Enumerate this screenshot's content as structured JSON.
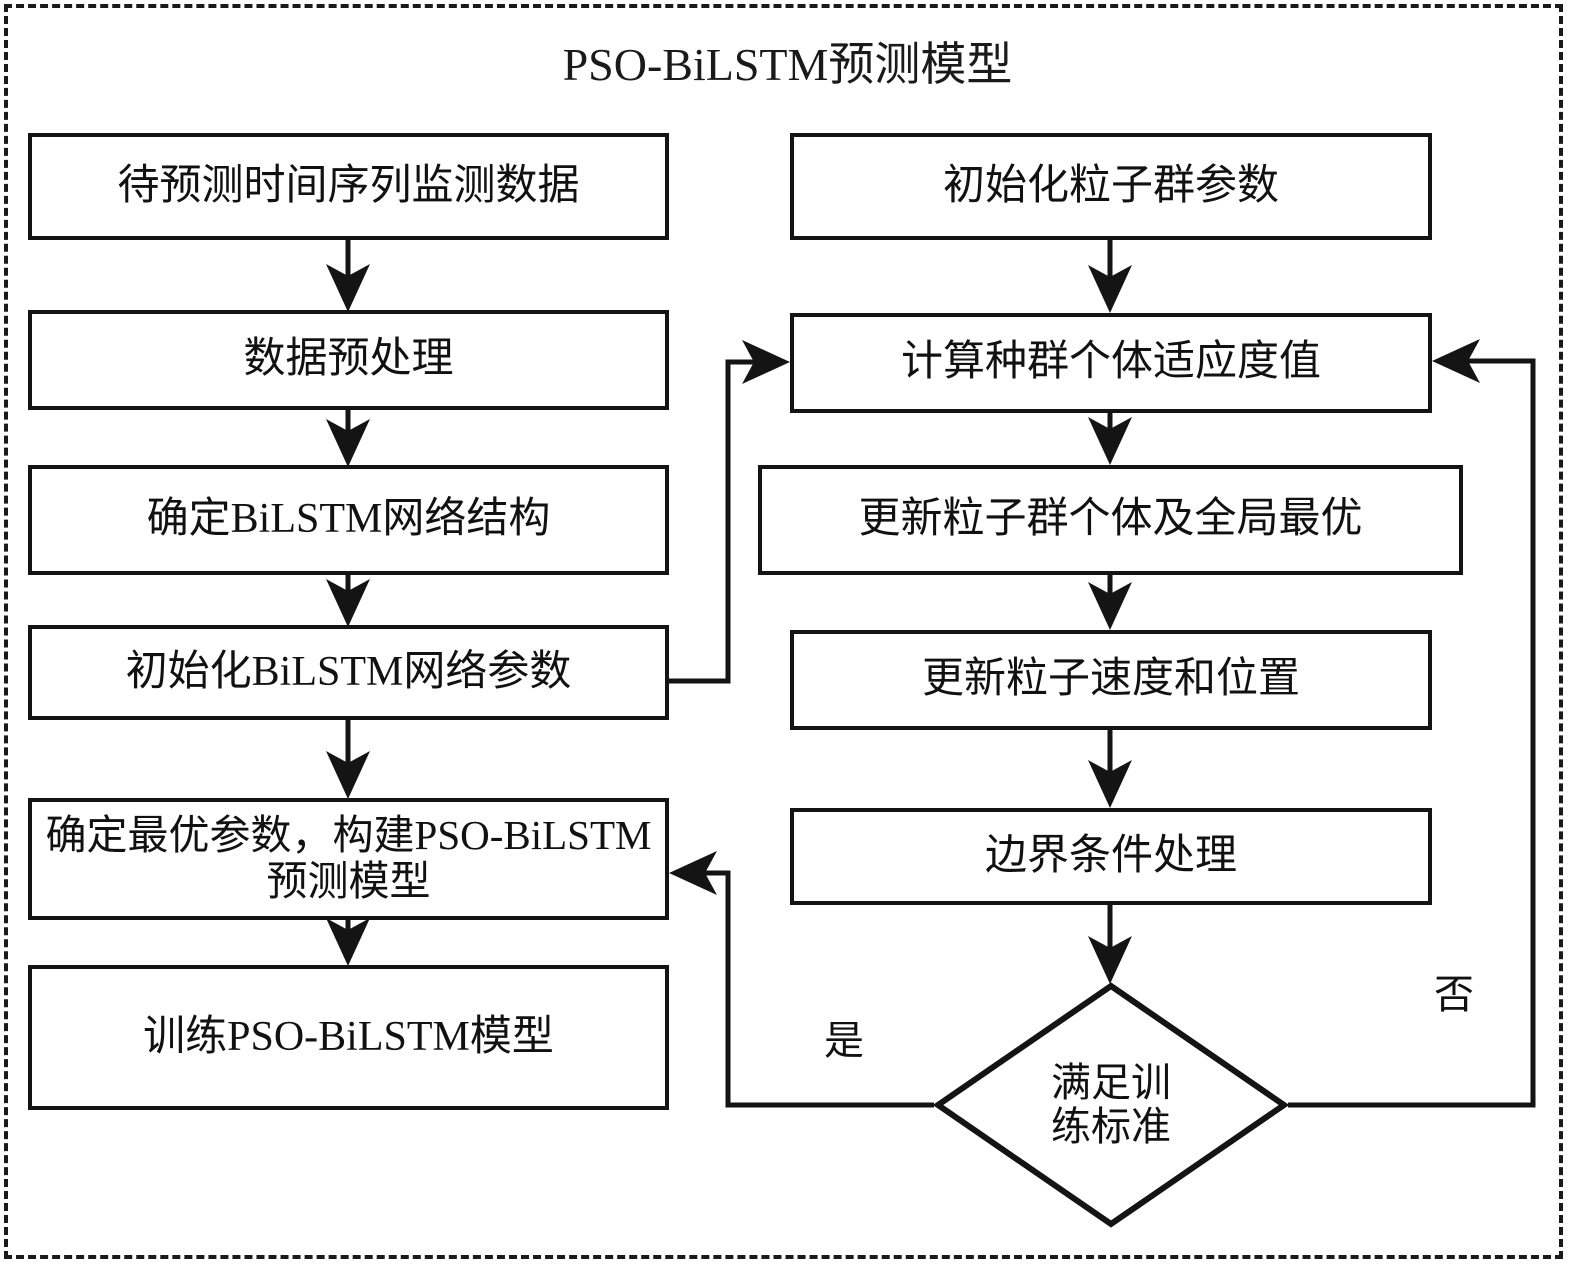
{
  "title": "PSO-BiLSTM预测模型",
  "left_column": {
    "nodes": [
      {
        "id": "input-data",
        "label": "待预测时间序列监测数据"
      },
      {
        "id": "preprocess",
        "label": "数据预处理"
      },
      {
        "id": "determine-structure",
        "label": "确定BiLSTM网络结构"
      },
      {
        "id": "init-params",
        "label": "初始化BiLSTM网络参数"
      },
      {
        "id": "build-model",
        "label": "确定最优参数，构建PSO-BiLSTM预测模型"
      },
      {
        "id": "train-model",
        "label": "训练PSO-BiLSTM模型"
      }
    ]
  },
  "right_column": {
    "nodes": [
      {
        "id": "init-swarm",
        "label": "初始化粒子群参数"
      },
      {
        "id": "fitness",
        "label": "计算种群个体适应度值"
      },
      {
        "id": "update-best",
        "label": "更新粒子群个体及全局最优"
      },
      {
        "id": "update-velocity",
        "label": "更新粒子速度和位置"
      },
      {
        "id": "boundary",
        "label": "边界条件处理"
      }
    ],
    "decision": {
      "id": "meets-criteria",
      "label_line1": "满足训",
      "label_line2": "练标准"
    }
  },
  "edge_labels": {
    "yes": "是",
    "no": "否"
  },
  "colors": {
    "stroke": "#141414",
    "text": "#111111",
    "background": "#ffffff",
    "border_dash": "#1a1a1a"
  }
}
